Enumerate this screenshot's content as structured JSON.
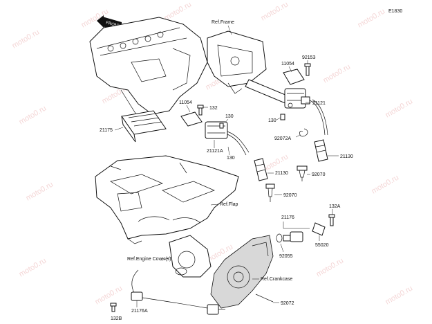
{
  "diagram": {
    "code": "E1830",
    "front_label": "FRONT",
    "watermark": "moto0.ru",
    "references": {
      "frame": "Ref.Frame",
      "flap": "Ref.Flap",
      "engine_cover": "Ref.Engine Cover(s)",
      "crankcase": "Ref.Crankcase"
    },
    "labels": {
      "p92153": "92153",
      "p11054a": "11054",
      "p21121": "21121",
      "p130a": "130",
      "p92072a": "92072A",
      "p21130a": "21130",
      "p92070a": "92070",
      "p11054b": "11054",
      "p132a": "132",
      "p130b": "130",
      "p21175": "21175",
      "p21121a": "21121A",
      "p130c": "130",
      "p21130b": "21130",
      "p92070b": "92070",
      "p132A": "132A",
      "p21176": "21176",
      "p55020": "55020",
      "p92055": "92055",
      "p132B": "132B",
      "p21176A": "21176A",
      "p92072": "92072"
    }
  }
}
